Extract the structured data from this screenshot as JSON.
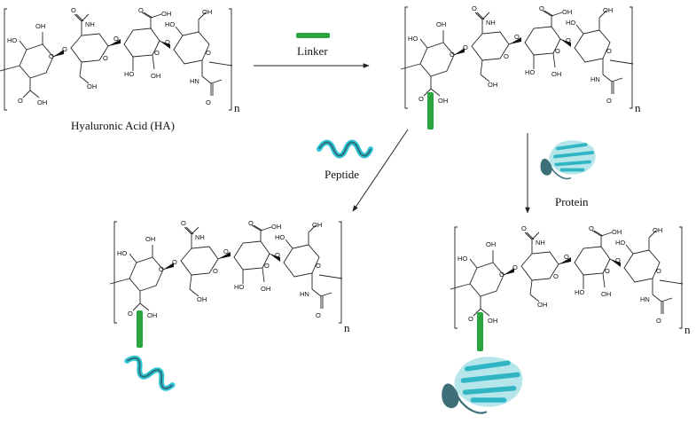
{
  "labels": {
    "ha": "Hyaluronic Acid (HA)",
    "linker": "Linker",
    "peptide": "Peptide",
    "protein": "Protein",
    "repeat": "n"
  },
  "atoms": {
    "oh": "OH",
    "ho": "HO",
    "o": "O",
    "nh": "NH",
    "hn": "HN",
    "cooh": "OH"
  },
  "colors": {
    "linker": "#2aa540",
    "helix": "#33c6d6",
    "helix_dark": "#2a6f7a",
    "protein": "#2fb5c4",
    "protein_dark": "#3d6f78",
    "ink": "#222222"
  }
}
